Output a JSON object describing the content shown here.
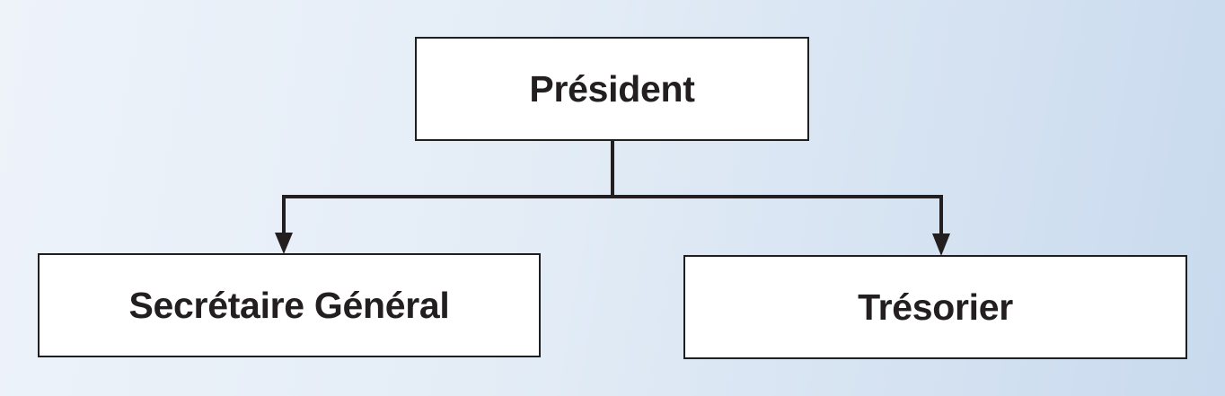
{
  "org_chart": {
    "root": {
      "label": "Président"
    },
    "children": [
      {
        "label": "Secrétaire Général"
      },
      {
        "label": "Trésorier"
      }
    ]
  },
  "colors": {
    "background_light": "#eef3fa",
    "background_dark": "#c9daee",
    "box_fill": "#ffffff",
    "line": "#231f20",
    "text": "#231f20"
  }
}
